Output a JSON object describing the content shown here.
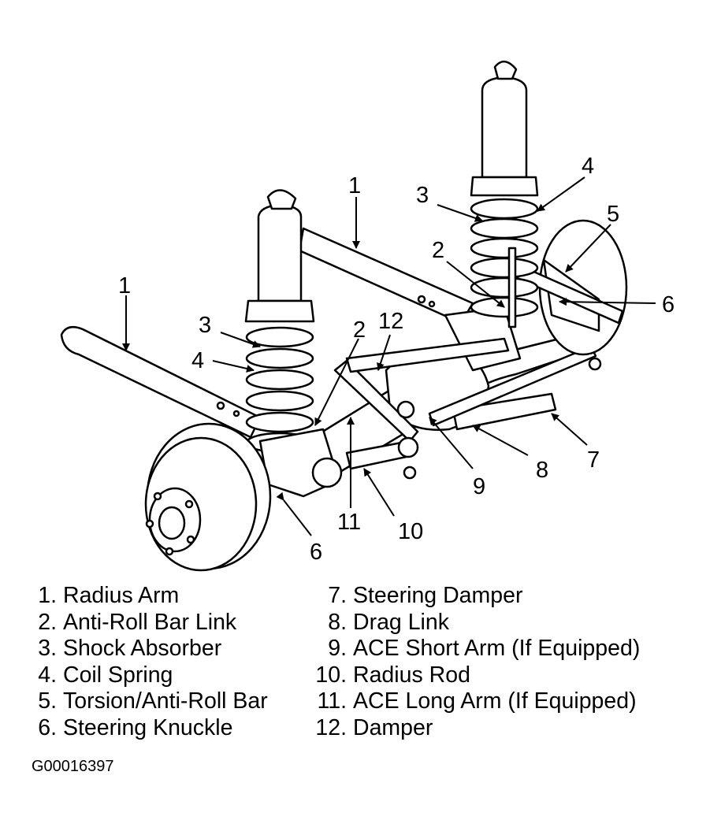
{
  "figure": {
    "callouts": [
      {
        "id": "callout-1-left",
        "label": "1"
      },
      {
        "id": "callout-1-right",
        "label": "1"
      },
      {
        "id": "callout-2-left",
        "label": "2"
      },
      {
        "id": "callout-2-right",
        "label": "2"
      },
      {
        "id": "callout-3-left",
        "label": "3"
      },
      {
        "id": "callout-3-right",
        "label": "3"
      },
      {
        "id": "callout-4-left",
        "label": "4"
      },
      {
        "id": "callout-4-right",
        "label": "4"
      },
      {
        "id": "callout-5",
        "label": "5"
      },
      {
        "id": "callout-6-left",
        "label": "6"
      },
      {
        "id": "callout-6-right",
        "label": "6"
      },
      {
        "id": "callout-7",
        "label": "7"
      },
      {
        "id": "callout-8",
        "label": "8"
      },
      {
        "id": "callout-9",
        "label": "9"
      },
      {
        "id": "callout-10",
        "label": "10"
      },
      {
        "id": "callout-11",
        "label": "11"
      },
      {
        "id": "callout-12",
        "label": "12"
      }
    ]
  },
  "legend": {
    "left": [
      {
        "num": "1.",
        "text": "Radius Arm"
      },
      {
        "num": "2.",
        "text": "Anti-Roll Bar Link"
      },
      {
        "num": "3.",
        "text": "Shock Absorber"
      },
      {
        "num": "4.",
        "text": "Coil Spring"
      },
      {
        "num": "5.",
        "text": "Torsion/Anti-Roll Bar"
      },
      {
        "num": "6.",
        "text": "Steering Knuckle"
      }
    ],
    "right": [
      {
        "num": "7.",
        "text": "Steering Damper"
      },
      {
        "num": "8.",
        "text": "Drag Link"
      },
      {
        "num": "9.",
        "text": "ACE Short Arm (If Equipped)"
      },
      {
        "num": "10.",
        "text": "Radius Rod"
      },
      {
        "num": "11.",
        "text": "ACE Long Arm (If Equipped)"
      },
      {
        "num": "12.",
        "text": "Damper"
      }
    ]
  },
  "figure_id": "G00016397"
}
